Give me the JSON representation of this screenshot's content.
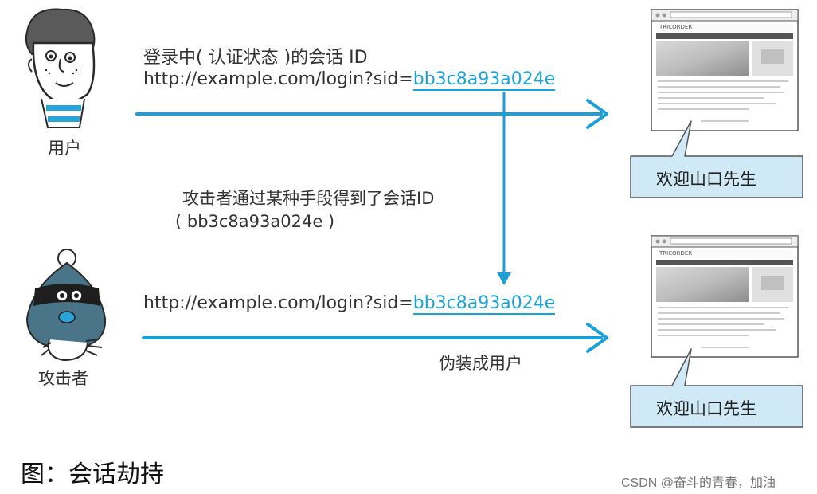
{
  "colors": {
    "arrow": "#1a9fd8",
    "sid": "#1aa3d9",
    "bubble_fill": "#cfe9f6",
    "bubble_stroke": "#555555"
  },
  "user": {
    "label": "用户",
    "request_title": "登录中( 认证状态 )的会话 ID",
    "url_prefix": "http://example.com/login?sid=",
    "sid": "bb3c8a93a024e"
  },
  "attacker": {
    "label": "攻击者",
    "obtained_note_line1": "攻击者通过某种手段得到了会话ID",
    "obtained_note_line2": "( bb3c8a93a024e )",
    "url_prefix": "http://example.com/login?sid=",
    "sid": "bb3c8a93a024e",
    "impersonate_label": "伪装成用户"
  },
  "server": {
    "site_name": "TRICORDER",
    "greeting_top": "欢迎山口先生",
    "greeting_bottom": "欢迎山口先生"
  },
  "caption": "图：会话劫持",
  "watermark": "CSDN @奋斗的青春，加油"
}
